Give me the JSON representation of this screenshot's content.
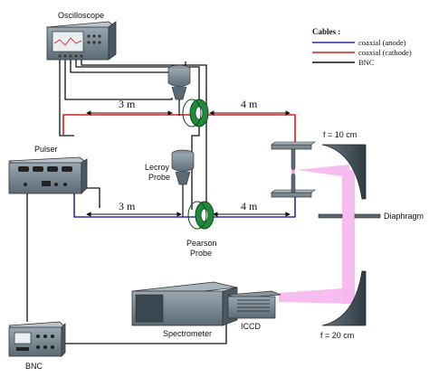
{
  "legend": {
    "title": "Cables :",
    "items": [
      {
        "label": "coaxial (anode)",
        "color": "#2b2bb0"
      },
      {
        "label": "coaxial (cathode)",
        "color": "#d42020"
      },
      {
        "label": "BNC",
        "color": "#111111"
      }
    ]
  },
  "labels": {
    "oscilloscope": "Oscilloscope",
    "pulser": "Pulser",
    "lecroy_line1": "Lecroy",
    "lecroy_line2": "Probe",
    "pearson_line1": "Pearson",
    "pearson_line2": "Probe",
    "spectrometer": "Spectrometer",
    "iccd": "ICCD",
    "bnc": "BNC",
    "diaphragm": "Diaphragm",
    "f_top": "f  = 10 cm",
    "f_bottom": "f  = 20 cm",
    "dist_top_left": "3 m",
    "dist_top_right": "4 m",
    "dist_bottom_left": "3 m",
    "dist_bottom_right": "4 m"
  },
  "colors": {
    "anode": "#2b2bb0",
    "cathode": "#d42020",
    "bnc": "#111111",
    "beam": "#f6b6f0",
    "probe_green": "#1f8a3a",
    "device_body": "#6a7a86"
  }
}
